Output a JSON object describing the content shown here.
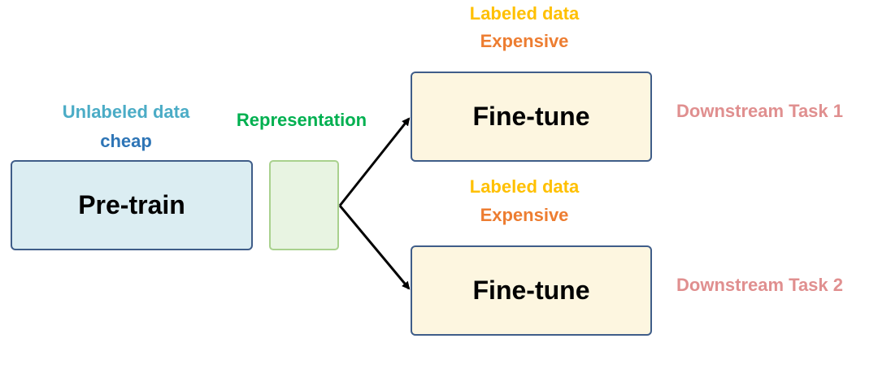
{
  "stages": {
    "pretrain": "Pre-train",
    "finetune_1": "Fine-tune",
    "finetune_2": "Fine-tune"
  },
  "annotations": {
    "unlabeled_data": "Unlabeled data",
    "cheap": "cheap",
    "representation": "Representation",
    "labeled_data_1": "Labeled data",
    "expensive_1": "Expensive",
    "labeled_data_2": "Labeled data",
    "expensive_2": "Expensive",
    "task_1": "Downstream Task 1",
    "task_2": "Downstream Task 2"
  },
  "colors": {
    "unlabeled": "#4bacc6",
    "cheap": "#2e75b6",
    "representation": "#00b050",
    "labeled": "#ffc000",
    "expensive": "#ed7d31",
    "task": "#e08f8f",
    "box_border": "#3f5d89",
    "pretrain_fill": "#dbedf2",
    "representation_fill": "#e8f4e2",
    "finetune_fill": "#fdf6e0",
    "arrow": "#000000"
  }
}
